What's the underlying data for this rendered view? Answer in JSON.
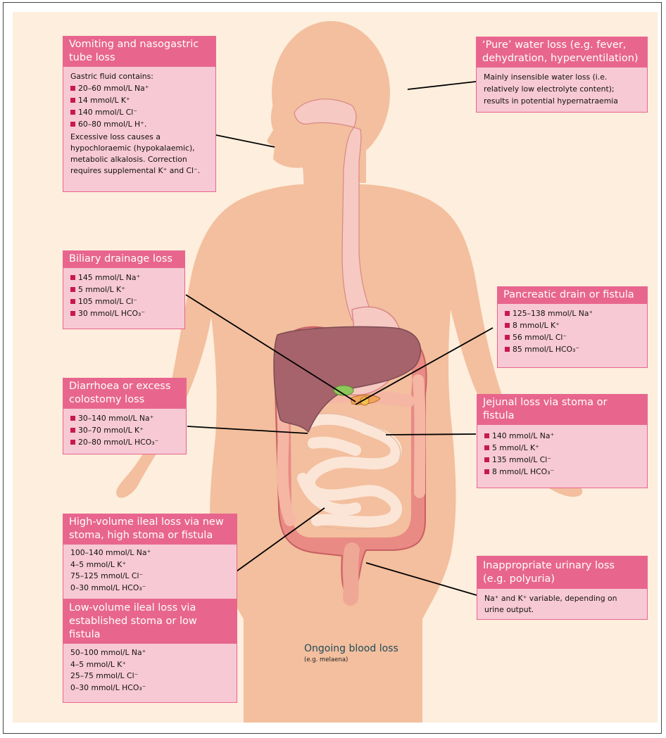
{
  "colors": {
    "background": "#fdeedd",
    "body": "#f3bf9e",
    "header": "#e8668e",
    "box": "#f7c9d4",
    "bullet": "#c8194d",
    "liver": "#a6636c",
    "bowel": "#f3c8b4",
    "colon": "#e98a84"
  },
  "boxes": {
    "vomiting": {
      "title": "Vomiting and nasogastric\ntube loss",
      "intro": "Gastric fluid contains:",
      "items": [
        "20–60 mmol/L Na⁺",
        "14 mmol/L K⁺",
        "140 mmol/L Cl⁻",
        "60–80 mmol/L H⁺."
      ],
      "note": "Excessive loss causes a\nhypochloraemic (hypokalaemic),\nmetabolic alkalosis. Correction\nrequires supplemental K⁺ and Cl⁻."
    },
    "water": {
      "title": "‘Pure’ water loss (e.g. fever,\ndehydration, hyperventilation)",
      "note": "Mainly insensible water loss (i.e.\nrelatively low electrolyte content);\nresults in potential hypernatraemia"
    },
    "biliary": {
      "title": "Biliary drainage loss",
      "items": [
        "145 mmol/L Na⁺",
        "5 mmol/L K⁺",
        "105 mmol/L Cl⁻",
        "30 mmol/L HCO₃⁻"
      ]
    },
    "pancreatic": {
      "title": "Pancreatic drain or fistula",
      "items": [
        "125–138 mmol/L Na⁺",
        "8 mmol/L K⁺",
        "56 mmol/L Cl⁻",
        "85 mmol/L HCO₃⁻"
      ]
    },
    "diarrhoea": {
      "title": "Diarrhoea or excess\ncolostomy loss",
      "items": [
        "30–140 mmol/L Na⁺",
        "30–70 mmol/L K⁺",
        "20–80 mmol/L HCO₃⁻"
      ]
    },
    "jejunal": {
      "title": "Jejunal loss via stoma or fistula",
      "items": [
        "140 mmol/L Na⁺",
        "5 mmol/L K⁺",
        "135 mmol/L Cl⁻",
        "8 mmol/L HCO₃⁻"
      ]
    },
    "ileal_high": {
      "title": "High-volume ileal loss via new\nstoma, high stoma or fistula",
      "lines": [
        "100–140 mmol/L Na⁺",
        "4–5 mmol/L K⁺",
        "75–125 mmol/L Cl⁻",
        "0–30 mmol/L HCO₃⁻"
      ]
    },
    "ileal_low": {
      "title": "Low-volume ileal loss via\nestablished stoma or low fistula",
      "lines": [
        "50–100 mmol/L Na⁺",
        "4–5 mmol/L K⁺",
        "25–75 mmol/L Cl⁻",
        "0–30 mmol/L HCO₃⁻"
      ]
    },
    "urinary": {
      "title": "Inappropriate urinary loss\n(e.g. polyuria)",
      "note": "Na⁺ and K⁺ variable, depending on\nurine output."
    }
  },
  "blood": {
    "title": "Ongoing blood loss",
    "subtitle": "(e.g. melaena)"
  }
}
